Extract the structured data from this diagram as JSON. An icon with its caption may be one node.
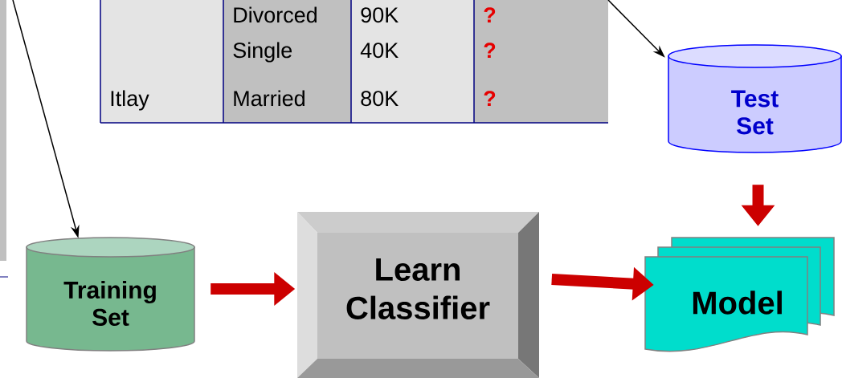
{
  "diagram": {
    "nodes": [
      {
        "text": [
          "Training Set"
        ]
      },
      {
        "text": [
          "Learn Classifier"
        ]
      },
      {
        "text": [
          "Test Set"
        ]
      },
      {
        "text": [
          "Model"
        ]
      }
    ],
    "edges": [
      {
        "from": null,
        "to": 0,
        "arrow": "to",
        "color": "#000000"
      },
      {
        "from": null,
        "to": 2,
        "arrow": "to",
        "color": "#000000"
      },
      {
        "from": 0,
        "to": 1,
        "arrow": "to"
      },
      {
        "from": 1,
        "to": 3,
        "arrow": "to"
      },
      {
        "from": 2,
        "to": 3,
        "arrow": "to"
      }
    ],
    "labels": [
      "Divorced",
      "90K",
      "?",
      "Single",
      "40K",
      "?",
      "Itlay",
      "Married",
      "80K",
      "?"
    ]
  }
}
